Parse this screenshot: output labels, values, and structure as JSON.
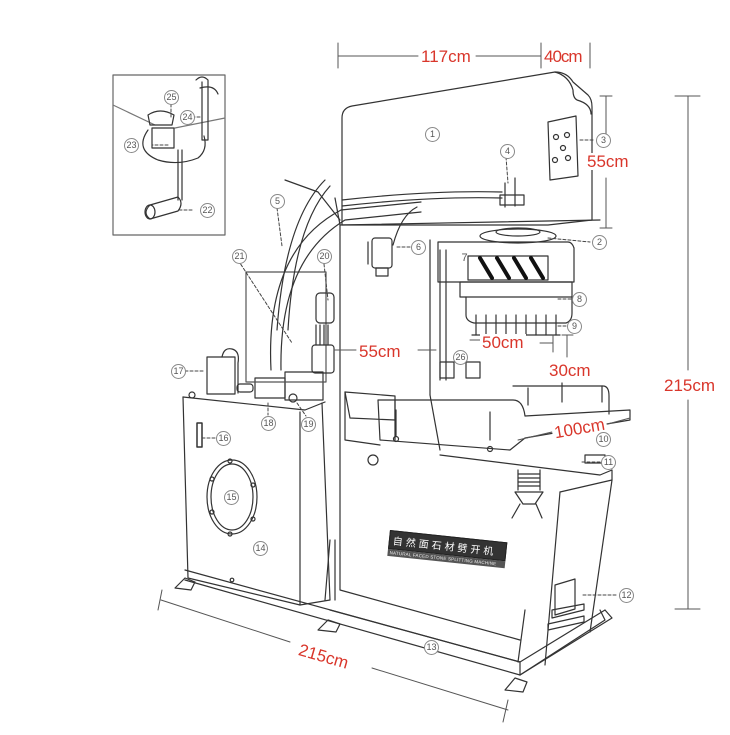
{
  "diagram": {
    "subject": "Natural faced stone splitting machine — exploded/labelled line drawing with dimensions",
    "nameplate": {
      "chinese": "自然面石材劈开机",
      "english": "NATURAL FACED STONE SPLITTING MACHINE"
    },
    "dimensions": {
      "top_width_main": "117cm",
      "top_width_side": "40cm",
      "head_height": "55cm",
      "column_depth": "55cm",
      "blade_width": "50cm",
      "blade_gap": "30cm",
      "table_width": "100cm",
      "total_height": "215cm",
      "base_length": "215cm"
    },
    "callouts": [
      "1",
      "2",
      "3",
      "4",
      "5",
      "6",
      "7",
      "8",
      "9",
      "10",
      "11",
      "12",
      "13",
      "14",
      "15",
      "16",
      "17",
      "18",
      "19",
      "20",
      "21",
      "22",
      "23",
      "24",
      "25",
      "26"
    ],
    "inset": {
      "callouts": [
        "22",
        "23",
        "24",
        "25"
      ]
    },
    "colors": {
      "dimension_text": "#d9362b",
      "line": "#333333",
      "dim_line": "#555555",
      "background": "#ffffff"
    }
  }
}
